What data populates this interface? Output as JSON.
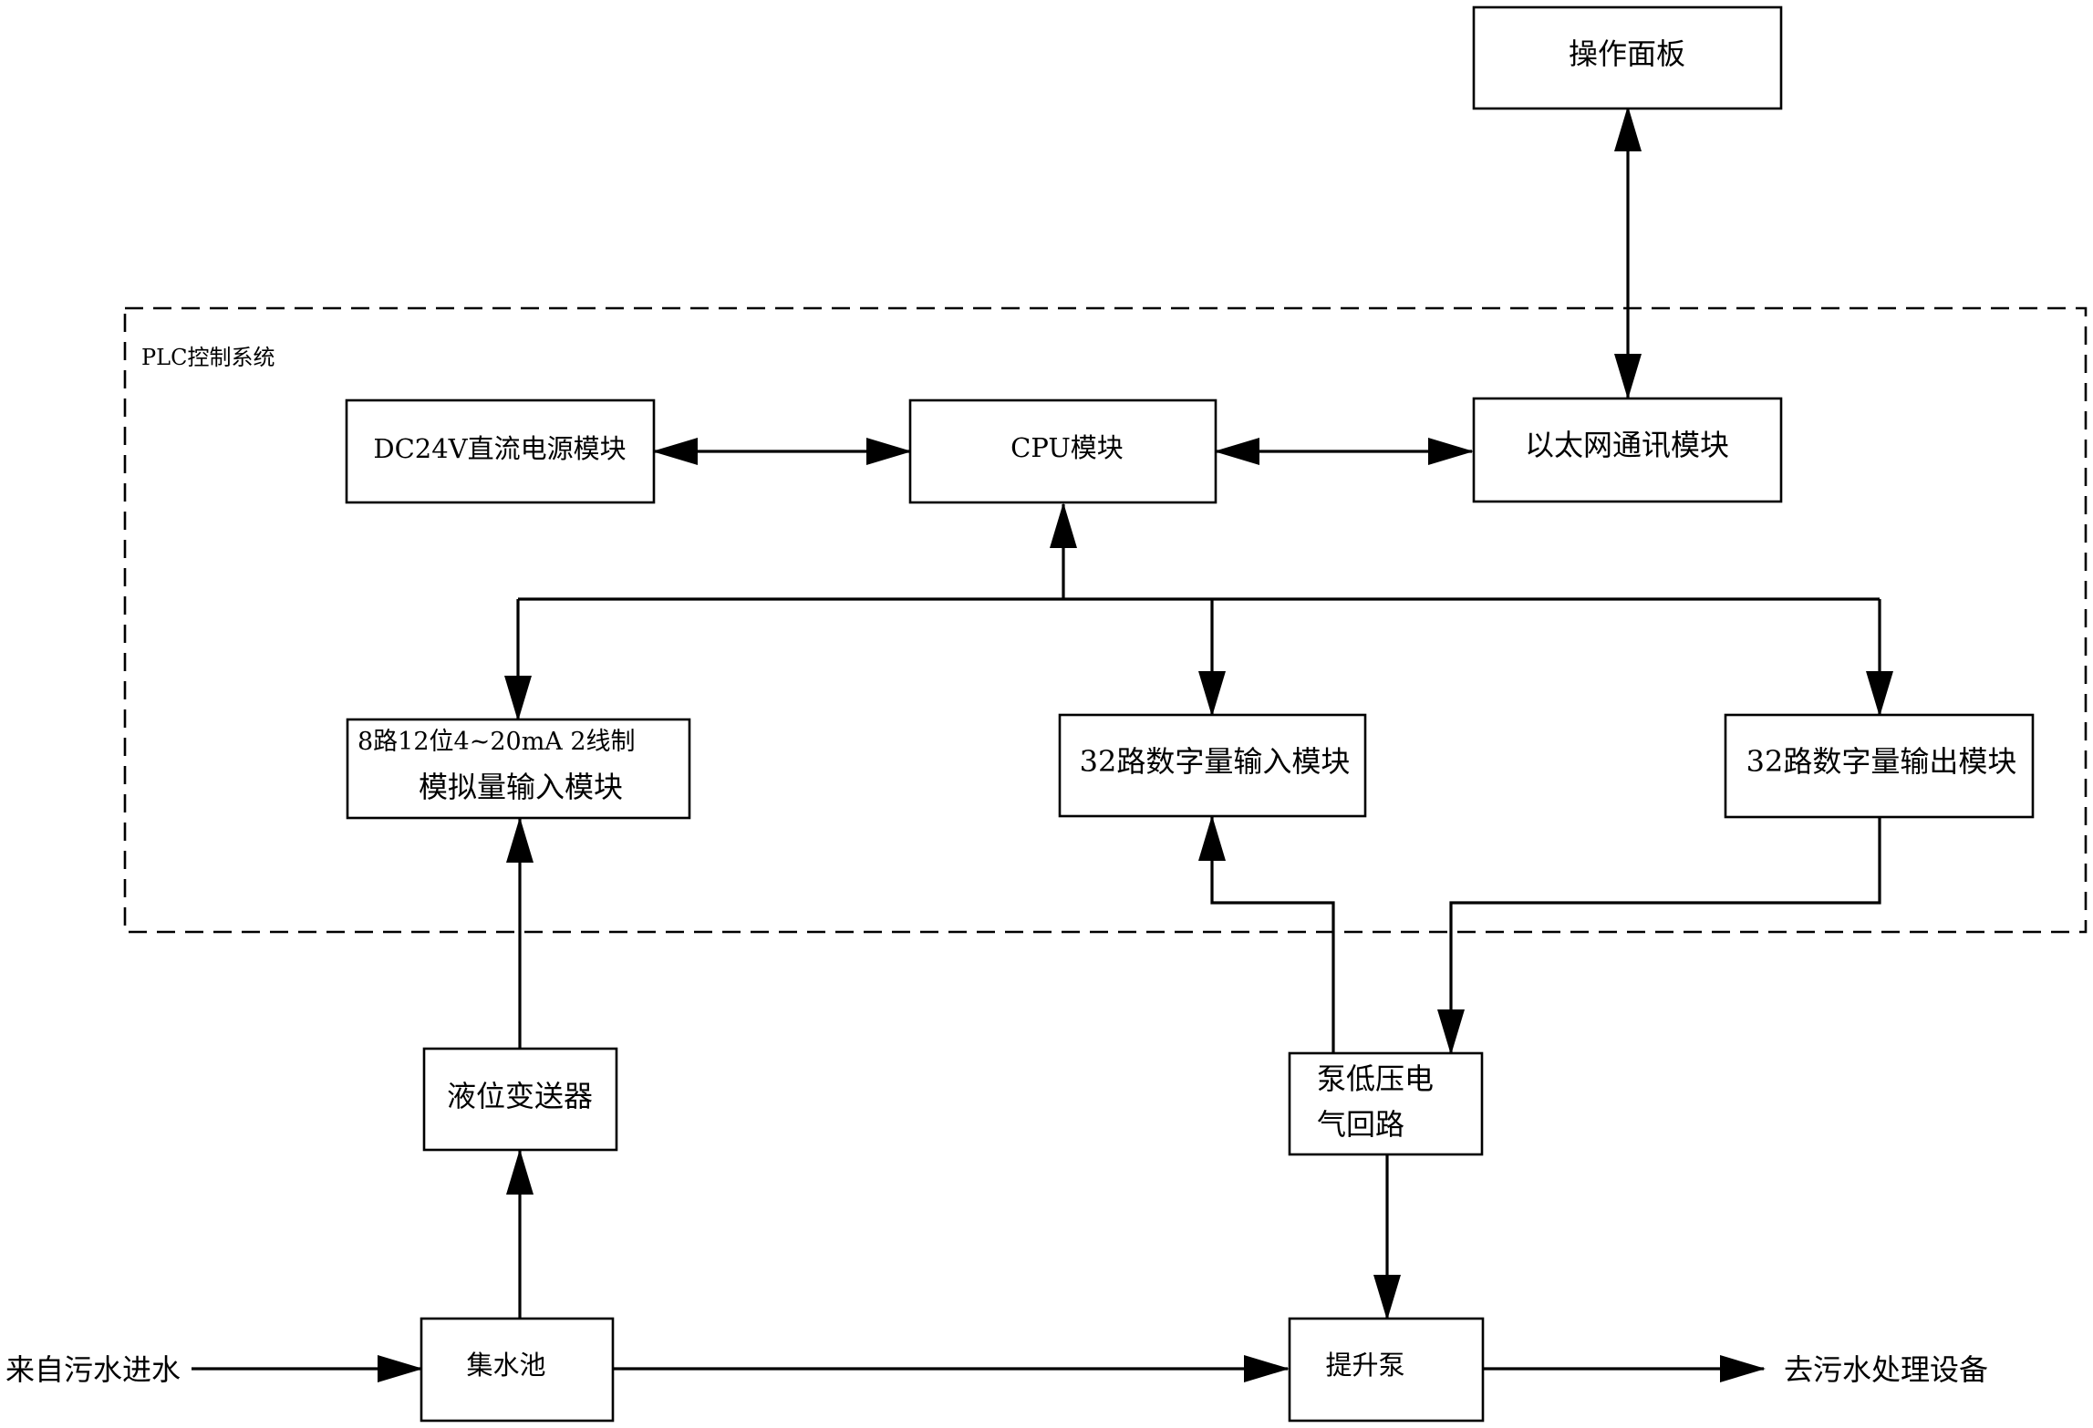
{
  "plc_system_label": "PLC控制系统",
  "nodes": {
    "operation_panel": "操作面板",
    "power_module": "DC24V直流电源模块",
    "cpu_module": "CPU模块",
    "ethernet_module": "以太网通讯模块",
    "analog_input_module": {
      "line1": "8路12位4~20mA 2线制",
      "line2": "模拟量输入模块"
    },
    "digital_input_module": "32路数字量输入模块",
    "digital_output_module": "32路数字量输出模块",
    "level_transmitter": "液位变送器",
    "pump_circuit": {
      "line1": "泵低压电",
      "line2": "气回路"
    },
    "collection_tank": "集水池",
    "lift_pump": "提升泵"
  },
  "flow_labels": {
    "inlet": "来自污水进水",
    "outlet": "去污水处理设备"
  }
}
